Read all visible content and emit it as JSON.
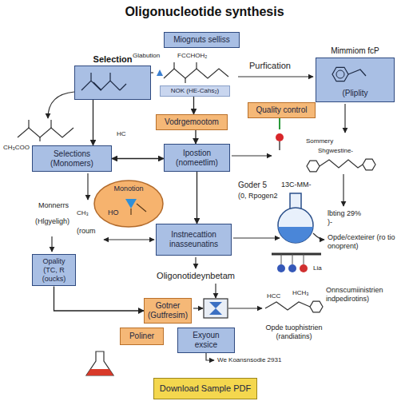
{
  "diagram": {
    "title": "Oligonucleotide synthesis",
    "nodes": [
      {
        "text": [
          "Miognuts selliss"
        ]
      },
      {
        "text": [
          "Selection"
        ]
      },
      {
        "text": [
          "Mimmiom fcP",
          "(Pliplity"
        ]
      },
      {
        "text": [
          "NOK (HE-Cahs₂)"
        ]
      },
      {
        "text": [
          "Quality control"
        ]
      },
      {
        "text": [
          "Vodrgemootom"
        ]
      },
      {
        "text": [
          "Selections (Monomers)"
        ]
      },
      {
        "text": [
          "Ipostion (nomeetlim)"
        ]
      },
      {
        "text": [
          "Monotion",
          "HO"
        ]
      },
      {
        "text": [
          "Instnecattion inasseunatins"
        ]
      },
      {
        "text": [
          "Opality (TC, R (oucks)"
        ]
      },
      {
        "text": [
          "Gotner (Gutfresim)"
        ]
      },
      {
        "text": [
          "Poliner"
        ]
      },
      {
        "text": [
          "Exyoun exsice"
        ]
      },
      {
        "text": [
          "Download Sample PDF"
        ]
      }
    ],
    "edges": [
      {
        "from": 3,
        "to": 5,
        "arrow": "to"
      },
      {
        "from": 5,
        "to": 7,
        "arrow": "to"
      },
      {
        "from": 6,
        "to": 7,
        "arrow": "both"
      },
      {
        "from": 7,
        "to": 9,
        "arrow": "to"
      },
      {
        "from": 1,
        "to": 6,
        "arrow": "to"
      },
      {
        "from": 10,
        "to": 11,
        "arrow": "to"
      }
    ],
    "labels": [
      "Glabution",
      "FCCHOH₂",
      "Purfication",
      "HC",
      "CH₃COO",
      "Sommery",
      "Shgwestine-",
      "Goder 5",
      "(0, Rpogen2",
      "13C-MM-",
      "Monnerrs",
      "CH₃",
      "(Hlgyeligh)",
      "(roum",
      "lbting 29% )-",
      "Opde/cexteirer (ro tio onoprent)",
      "Lia",
      "Oligonotideynbetam",
      "Onnscumiinistrien indpedirotins)",
      "HCC",
      "HCH₃",
      "Opde tuophistrien (randiatins)",
      "We Koansnsodie 2931"
    ]
  }
}
